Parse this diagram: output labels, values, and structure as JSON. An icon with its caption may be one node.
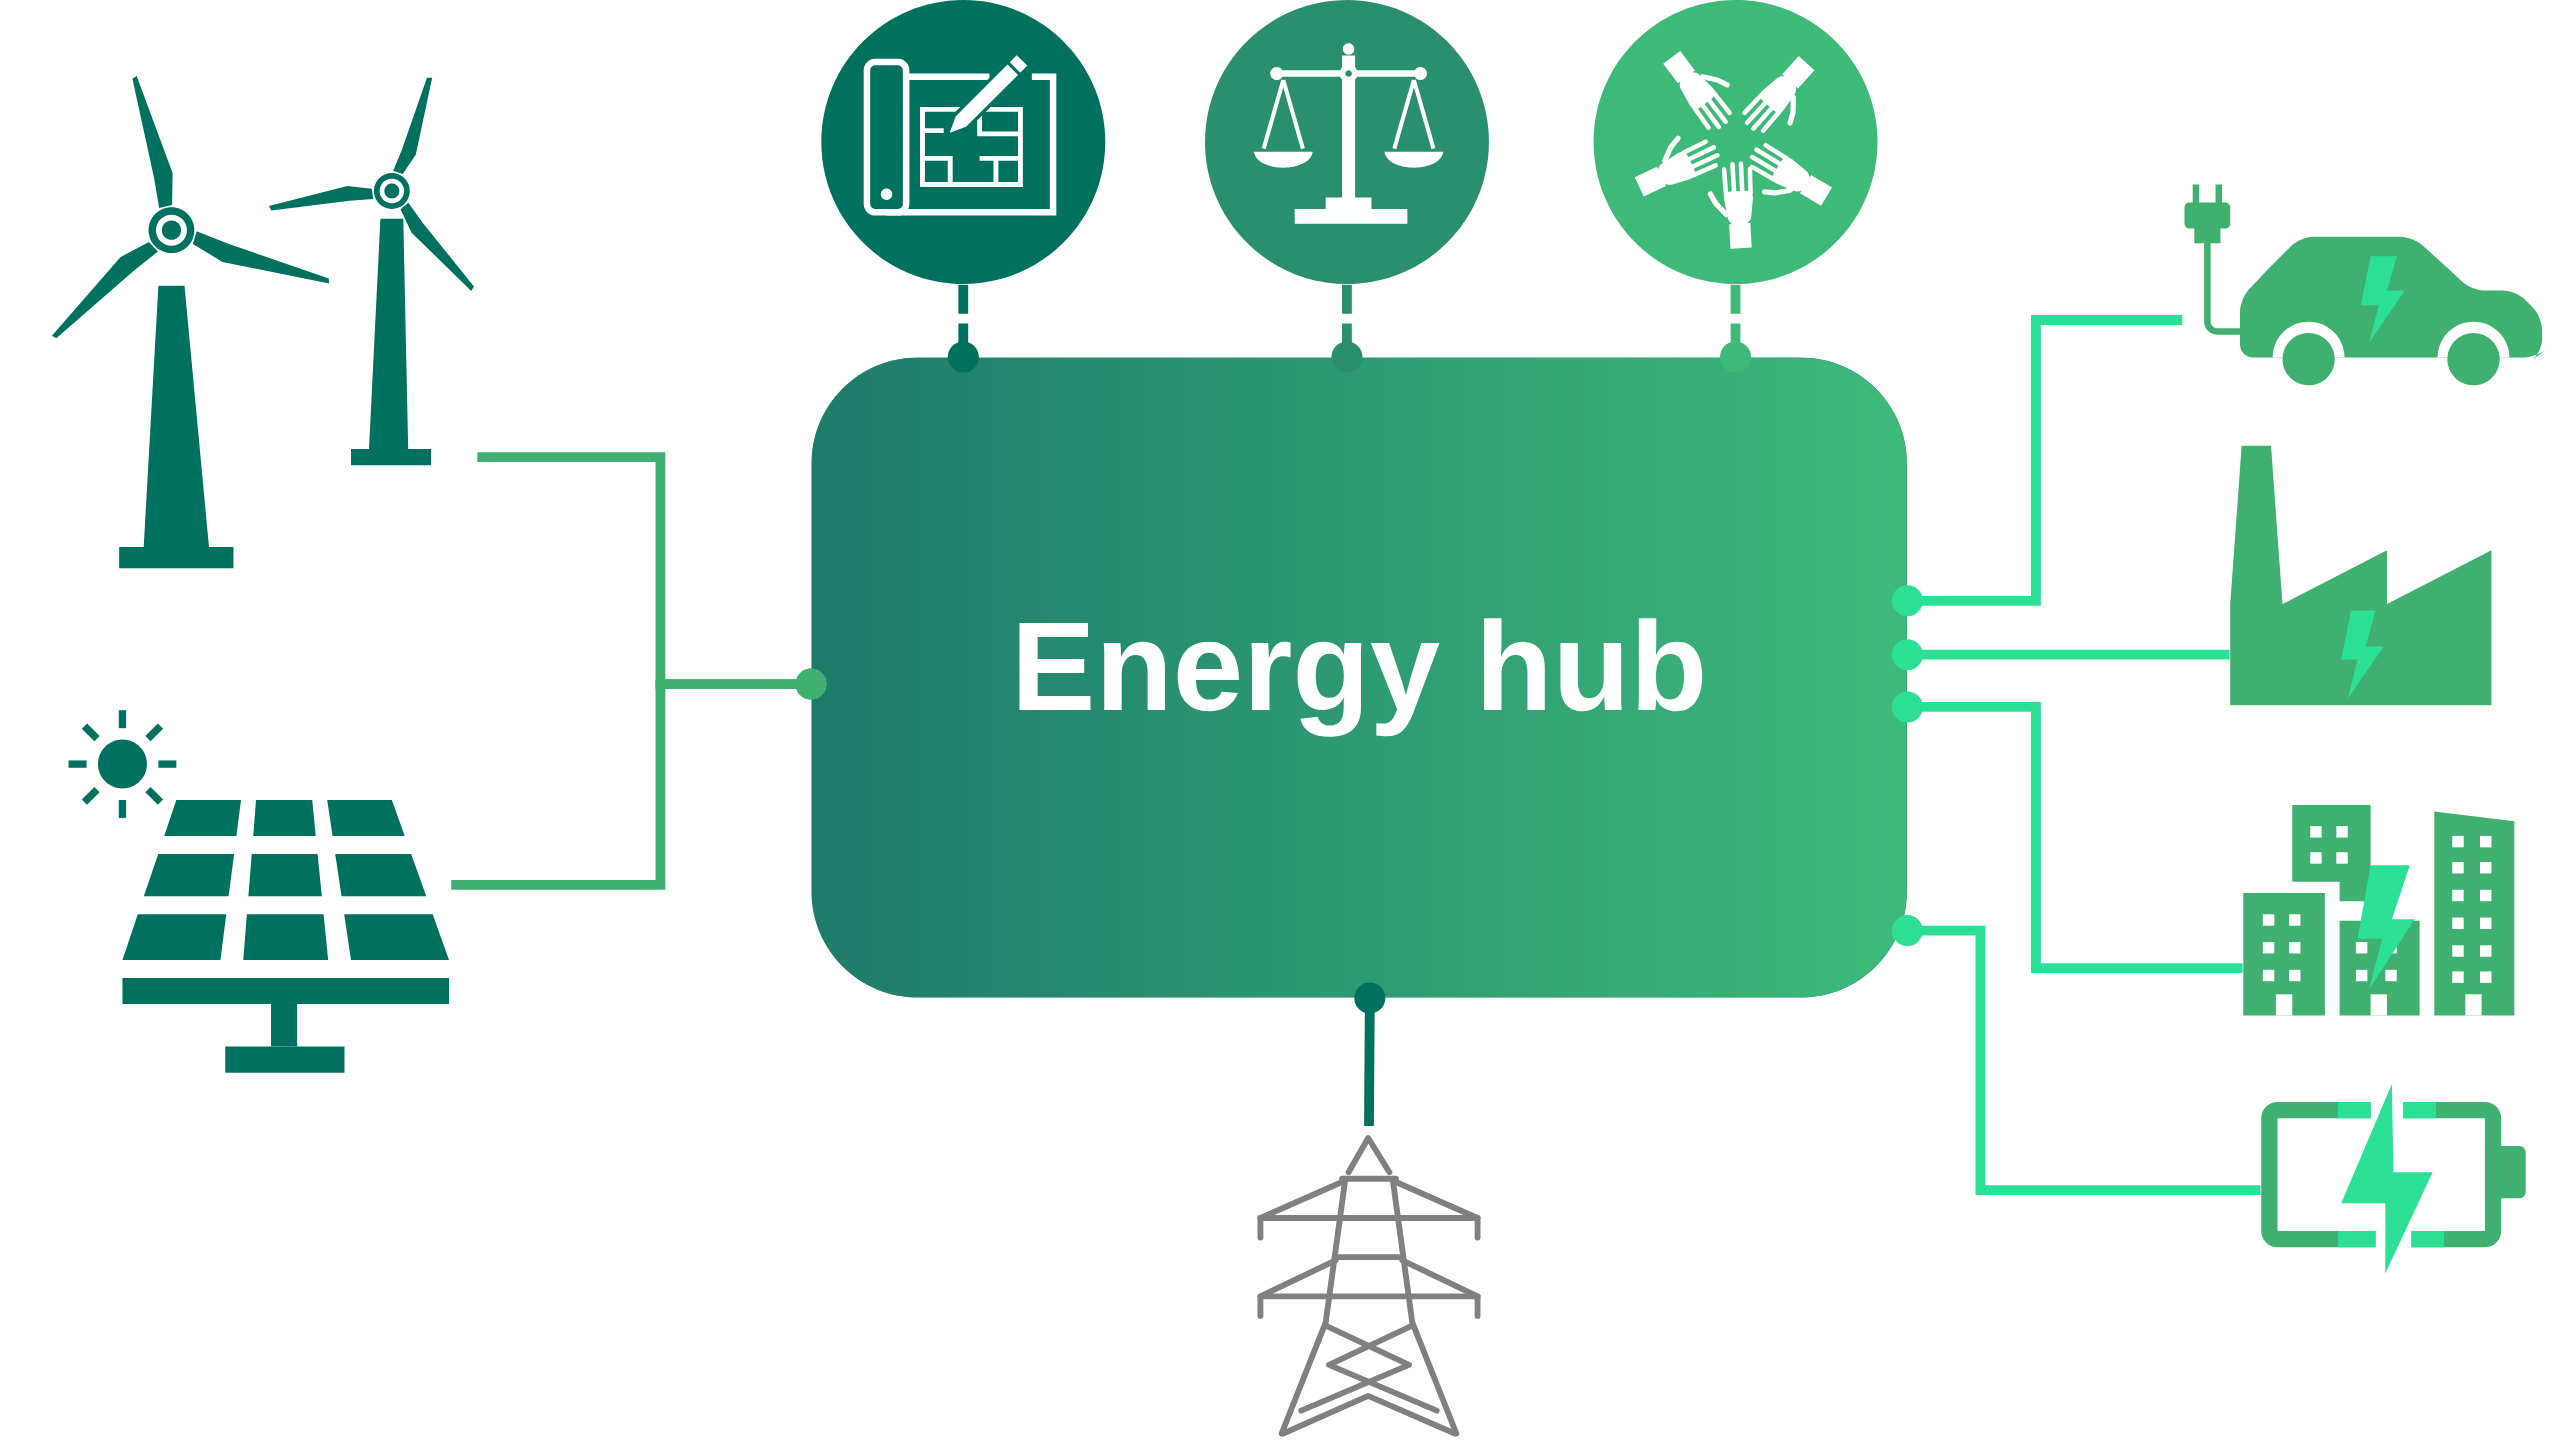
{
  "diagram": {
    "nodes": [
      {
        "text": [
          "Energy hub"
        ]
      },
      {
        "text": [],
        "shape": "picture"
      },
      {
        "text": [],
        "shape": "picture"
      },
      {
        "text": [],
        "shape": "circle"
      },
      {
        "text": [],
        "shape": "circle"
      },
      {
        "text": [],
        "shape": "circle"
      },
      {
        "text": [],
        "shape": "picture"
      },
      {
        "text": [],
        "shape": "picture"
      },
      {
        "text": [],
        "shape": "picture"
      },
      {
        "text": [],
        "shape": "picture"
      },
      {
        "text": [],
        "shape": "picture"
      }
    ],
    "edges": [
      {
        "from": 0,
        "to": 1,
        "arrow": "other",
        "color": "#40b070"
      },
      {
        "from": 0,
        "to": 2,
        "arrow": "other",
        "color": "#40b070"
      },
      {
        "from": 0,
        "to": 3,
        "arrow": "other",
        "style": "dashed",
        "color": "#00705f"
      },
      {
        "from": 0,
        "to": 4,
        "arrow": "other",
        "style": "dashed",
        "color": "#2a8f6e"
      },
      {
        "from": 0,
        "to": 5,
        "arrow": "other",
        "style": "dashed",
        "color": "#3dba78"
      },
      {
        "from": 0,
        "to": 6,
        "arrow": "other"
      },
      {
        "from": 0,
        "to": 7,
        "arrow": "other"
      },
      {
        "from": 0,
        "to": 8,
        "arrow": "other"
      },
      {
        "from": 0,
        "to": 9,
        "arrow": "other"
      },
      {
        "from": 0,
        "to": 10,
        "arrow": "other",
        "color": "#00705f"
      }
    ]
  }
}
